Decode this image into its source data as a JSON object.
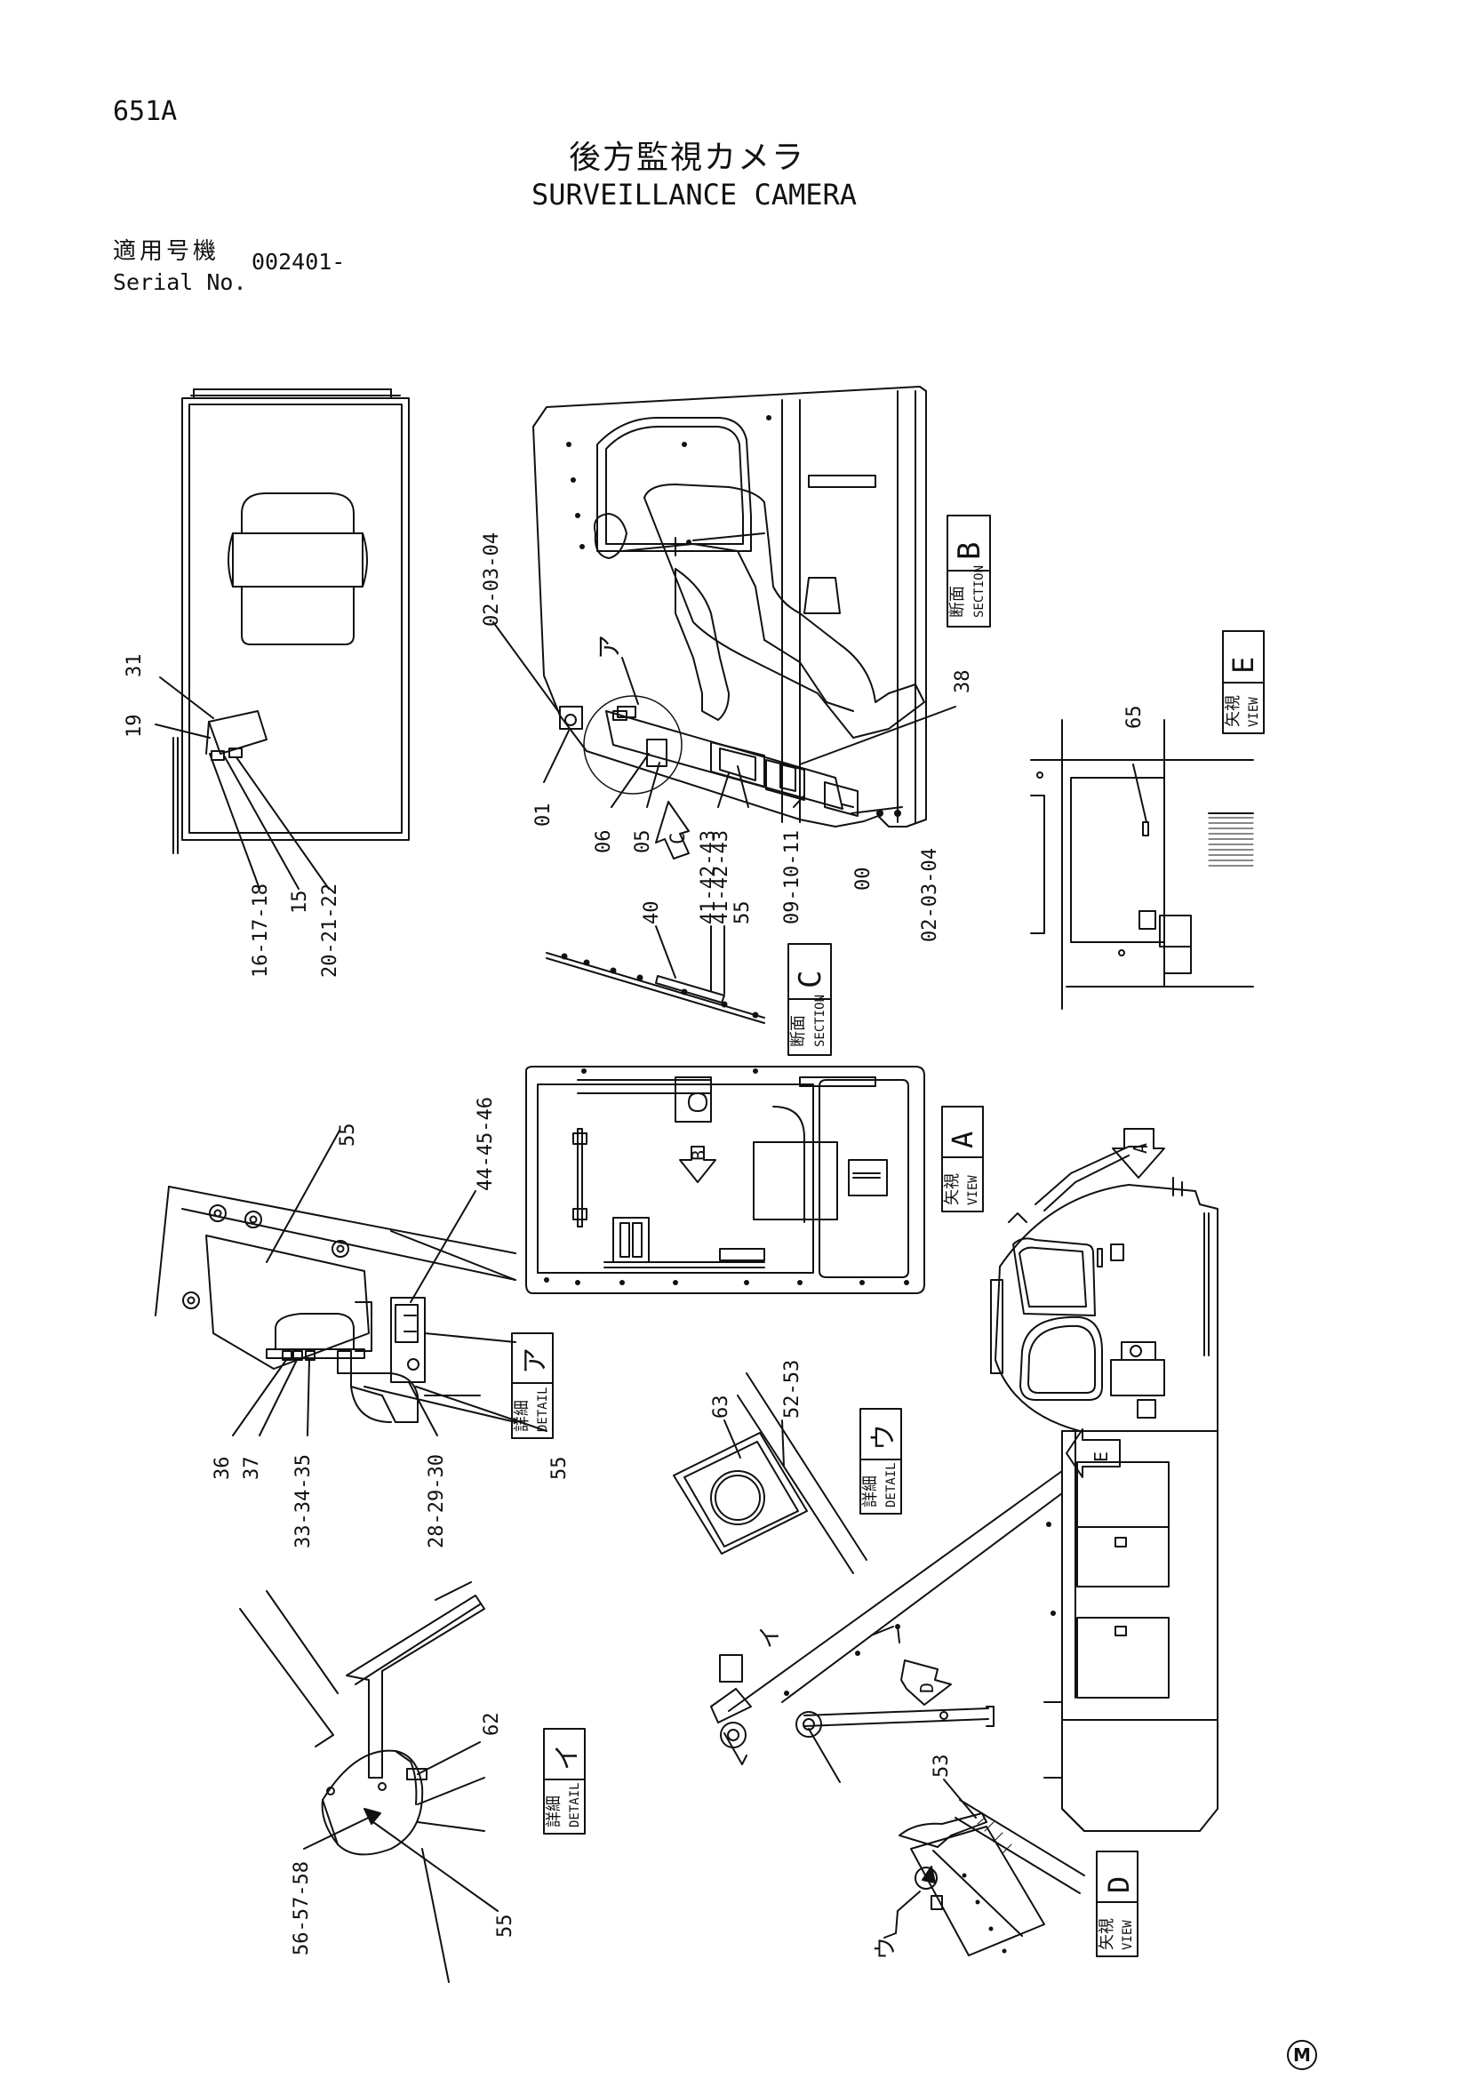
{
  "header": {
    "page_id": "651A",
    "title_jp": "後方監視カメラ",
    "title_en": "SURVEILLANCE CAMERA",
    "serial_label_jp": "適用号機",
    "serial_label_en": "Serial No.",
    "serial_value": "002401-"
  },
  "callouts": {
    "c31": "31",
    "c19": "19",
    "c16_17_18": "16-17-18",
    "c15": "15",
    "c20_21_22": "20-21-22",
    "c02_03_04_top": "02-03-04",
    "c01": "01",
    "c06": "06",
    "c05": "05",
    "c41_42_43": "41-42-43",
    "c55_b": "55",
    "c09_10_11": "09-10-11",
    "c00": "00",
    "c02_03_04_bottom": "02-03-04",
    "c38": "38",
    "c40": "40",
    "c41_42_43_c": "41-42-43",
    "c65": "65",
    "c55_detail_a_top": "55",
    "c44_45_46": "44-45-46",
    "c36": "36",
    "c37": "37",
    "c33_34_35": "33-34-35",
    "c28_29_30": "28-29-30",
    "c55_detail_a_bottom": "55",
    "c63": "63",
    "c52_53": "52-53",
    "c62": "62",
    "c56_57_58": "56-57-58",
    "c55_detail_i": "55",
    "c53": "53"
  },
  "views": {
    "section_b": {
      "jp": "断面",
      "en": "SECTION",
      "letter": "B"
    },
    "section_c": {
      "jp": "断面",
      "en": "SECTION",
      "letter": "C"
    },
    "view_e": {
      "jp": "矢視",
      "en": "VIEW",
      "letter": "E"
    },
    "view_a": {
      "jp": "矢視",
      "en": "VIEW",
      "letter": "A"
    },
    "detail_a": {
      "jp": "詳細",
      "en": "DETAIL",
      "letter": "ア"
    },
    "detail_u": {
      "jp": "詳細",
      "en": "DETAIL",
      "letter": "ウ"
    },
    "detail_i": {
      "jp": "詳細",
      "en": "DETAIL",
      "letter": "イ"
    },
    "view_d": {
      "jp": "矢視",
      "en": "VIEW",
      "letter": "D"
    }
  },
  "markers": {
    "a_ref": "ア",
    "c_arrow": "C",
    "b_arrow": "B",
    "a_arrow": "A",
    "e_arrow": "E",
    "d_arrow": "D",
    "i_ref": "イ",
    "u_ref": "ウ",
    "u_ref2": "ウ"
  },
  "footer": {
    "mark": "M"
  }
}
